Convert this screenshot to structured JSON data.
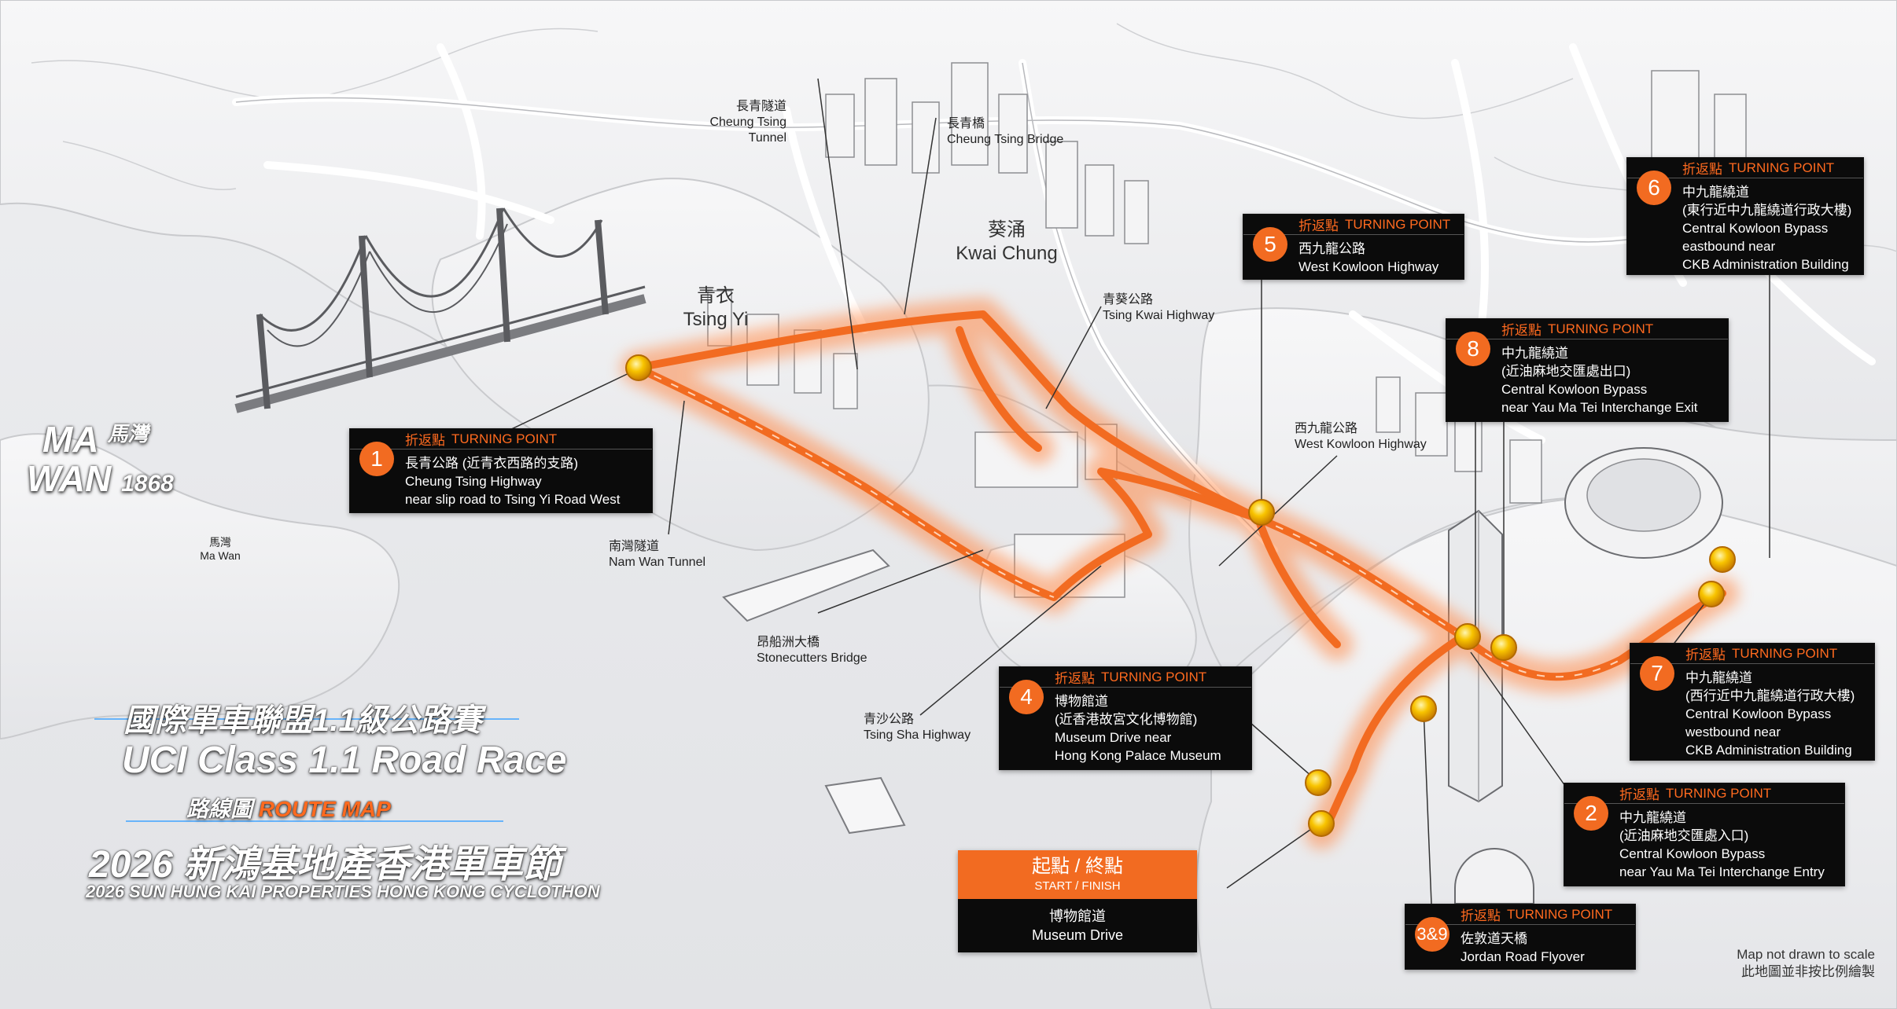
{
  "title": {
    "event_zh_sub": "國際單車聯盟1.1級公路賽",
    "event_en_sub": "UCI Class 1.1 Road Race",
    "route_map_zh": "路線圖",
    "route_map_en": "ROUTE MAP",
    "event_zh": "2026 新鴻基地產香港單車節",
    "event_en": "2026 SUN HUNG KAI PROPERTIES HONG KONG CYCLOTHON"
  },
  "logo": {
    "line1": "MA",
    "line1_zh": "馬灣",
    "line2": "WAN",
    "line2_num": "1868"
  },
  "districts": [
    {
      "zh": "青衣",
      "en": "Tsing Yi"
    },
    {
      "zh": "葵涌",
      "en": "Kwai Chung"
    },
    {
      "zh": "馬灣",
      "en": "Ma Wan"
    }
  ],
  "landmarks": [
    {
      "zh": "長青隧道",
      "en": "Cheung Tsing Tunnel"
    },
    {
      "zh": "長青橋",
      "en": "Cheung Tsing Bridge"
    },
    {
      "zh": "青葵公路",
      "en": "Tsing Kwai Highway"
    },
    {
      "zh": "西九龍公路",
      "en": "West Kowloon Highway"
    },
    {
      "zh": "南灣隧道",
      "en": "Nam Wan Tunnel"
    },
    {
      "zh": "昂船洲大橋",
      "en": "Stonecutters Bridge"
    },
    {
      "zh": "青沙公路",
      "en": "Tsing Sha Highway"
    }
  ],
  "turning_point_label": {
    "zh": "折返點",
    "en": "TURNING POINT"
  },
  "turning_points": [
    {
      "num": "1",
      "lines": [
        "長青公路 (近青衣西路的支路)",
        "Cheung Tsing Highway",
        "near slip road to Tsing Yi Road West"
      ]
    },
    {
      "num": "2",
      "lines": [
        "中九龍繞道",
        "(近油麻地交匯處入口)",
        "Central Kowloon Bypass",
        "near Yau Ma Tei Interchange Entry"
      ]
    },
    {
      "num": "3&9",
      "lines": [
        "佐敦道天橋",
        "Jordan Road Flyover"
      ]
    },
    {
      "num": "4",
      "lines": [
        "博物館道",
        "(近香港故宮文化博物館)",
        "Museum Drive near",
        "Hong Kong Palace Museum"
      ]
    },
    {
      "num": "5",
      "lines": [
        "西九龍公路",
        "West Kowloon Highway"
      ]
    },
    {
      "num": "6",
      "lines": [
        "中九龍繞道",
        "(東行近中九龍繞道行政大樓)",
        "Central Kowloon Bypass",
        "eastbound near",
        "CKB Administration Building"
      ]
    },
    {
      "num": "7",
      "lines": [
        "中九龍繞道",
        "(西行近中九龍繞道行政大樓)",
        "Central Kowloon Bypass",
        "westbound near",
        "CKB Administration Building"
      ]
    },
    {
      "num": "8",
      "lines": [
        "中九龍繞道",
        "(近油麻地交匯處出口)",
        "Central Kowloon Bypass",
        "near Yau Ma Tei Interchange Exit"
      ]
    }
  ],
  "start_finish": {
    "zh": "起點 / 終點",
    "en": "START / FINISH",
    "loc_zh": "博物館道",
    "loc_en": "Museum Drive"
  },
  "footnote": {
    "en": "Map not drawn to scale",
    "zh": "此地圖並非按比例繪製"
  },
  "colors": {
    "route": "#f26b21",
    "route_glow": "#ff8a4a",
    "marker": "#f5b800",
    "box_bg": "#0b0b0b",
    "accent": "#ff6a1f"
  }
}
